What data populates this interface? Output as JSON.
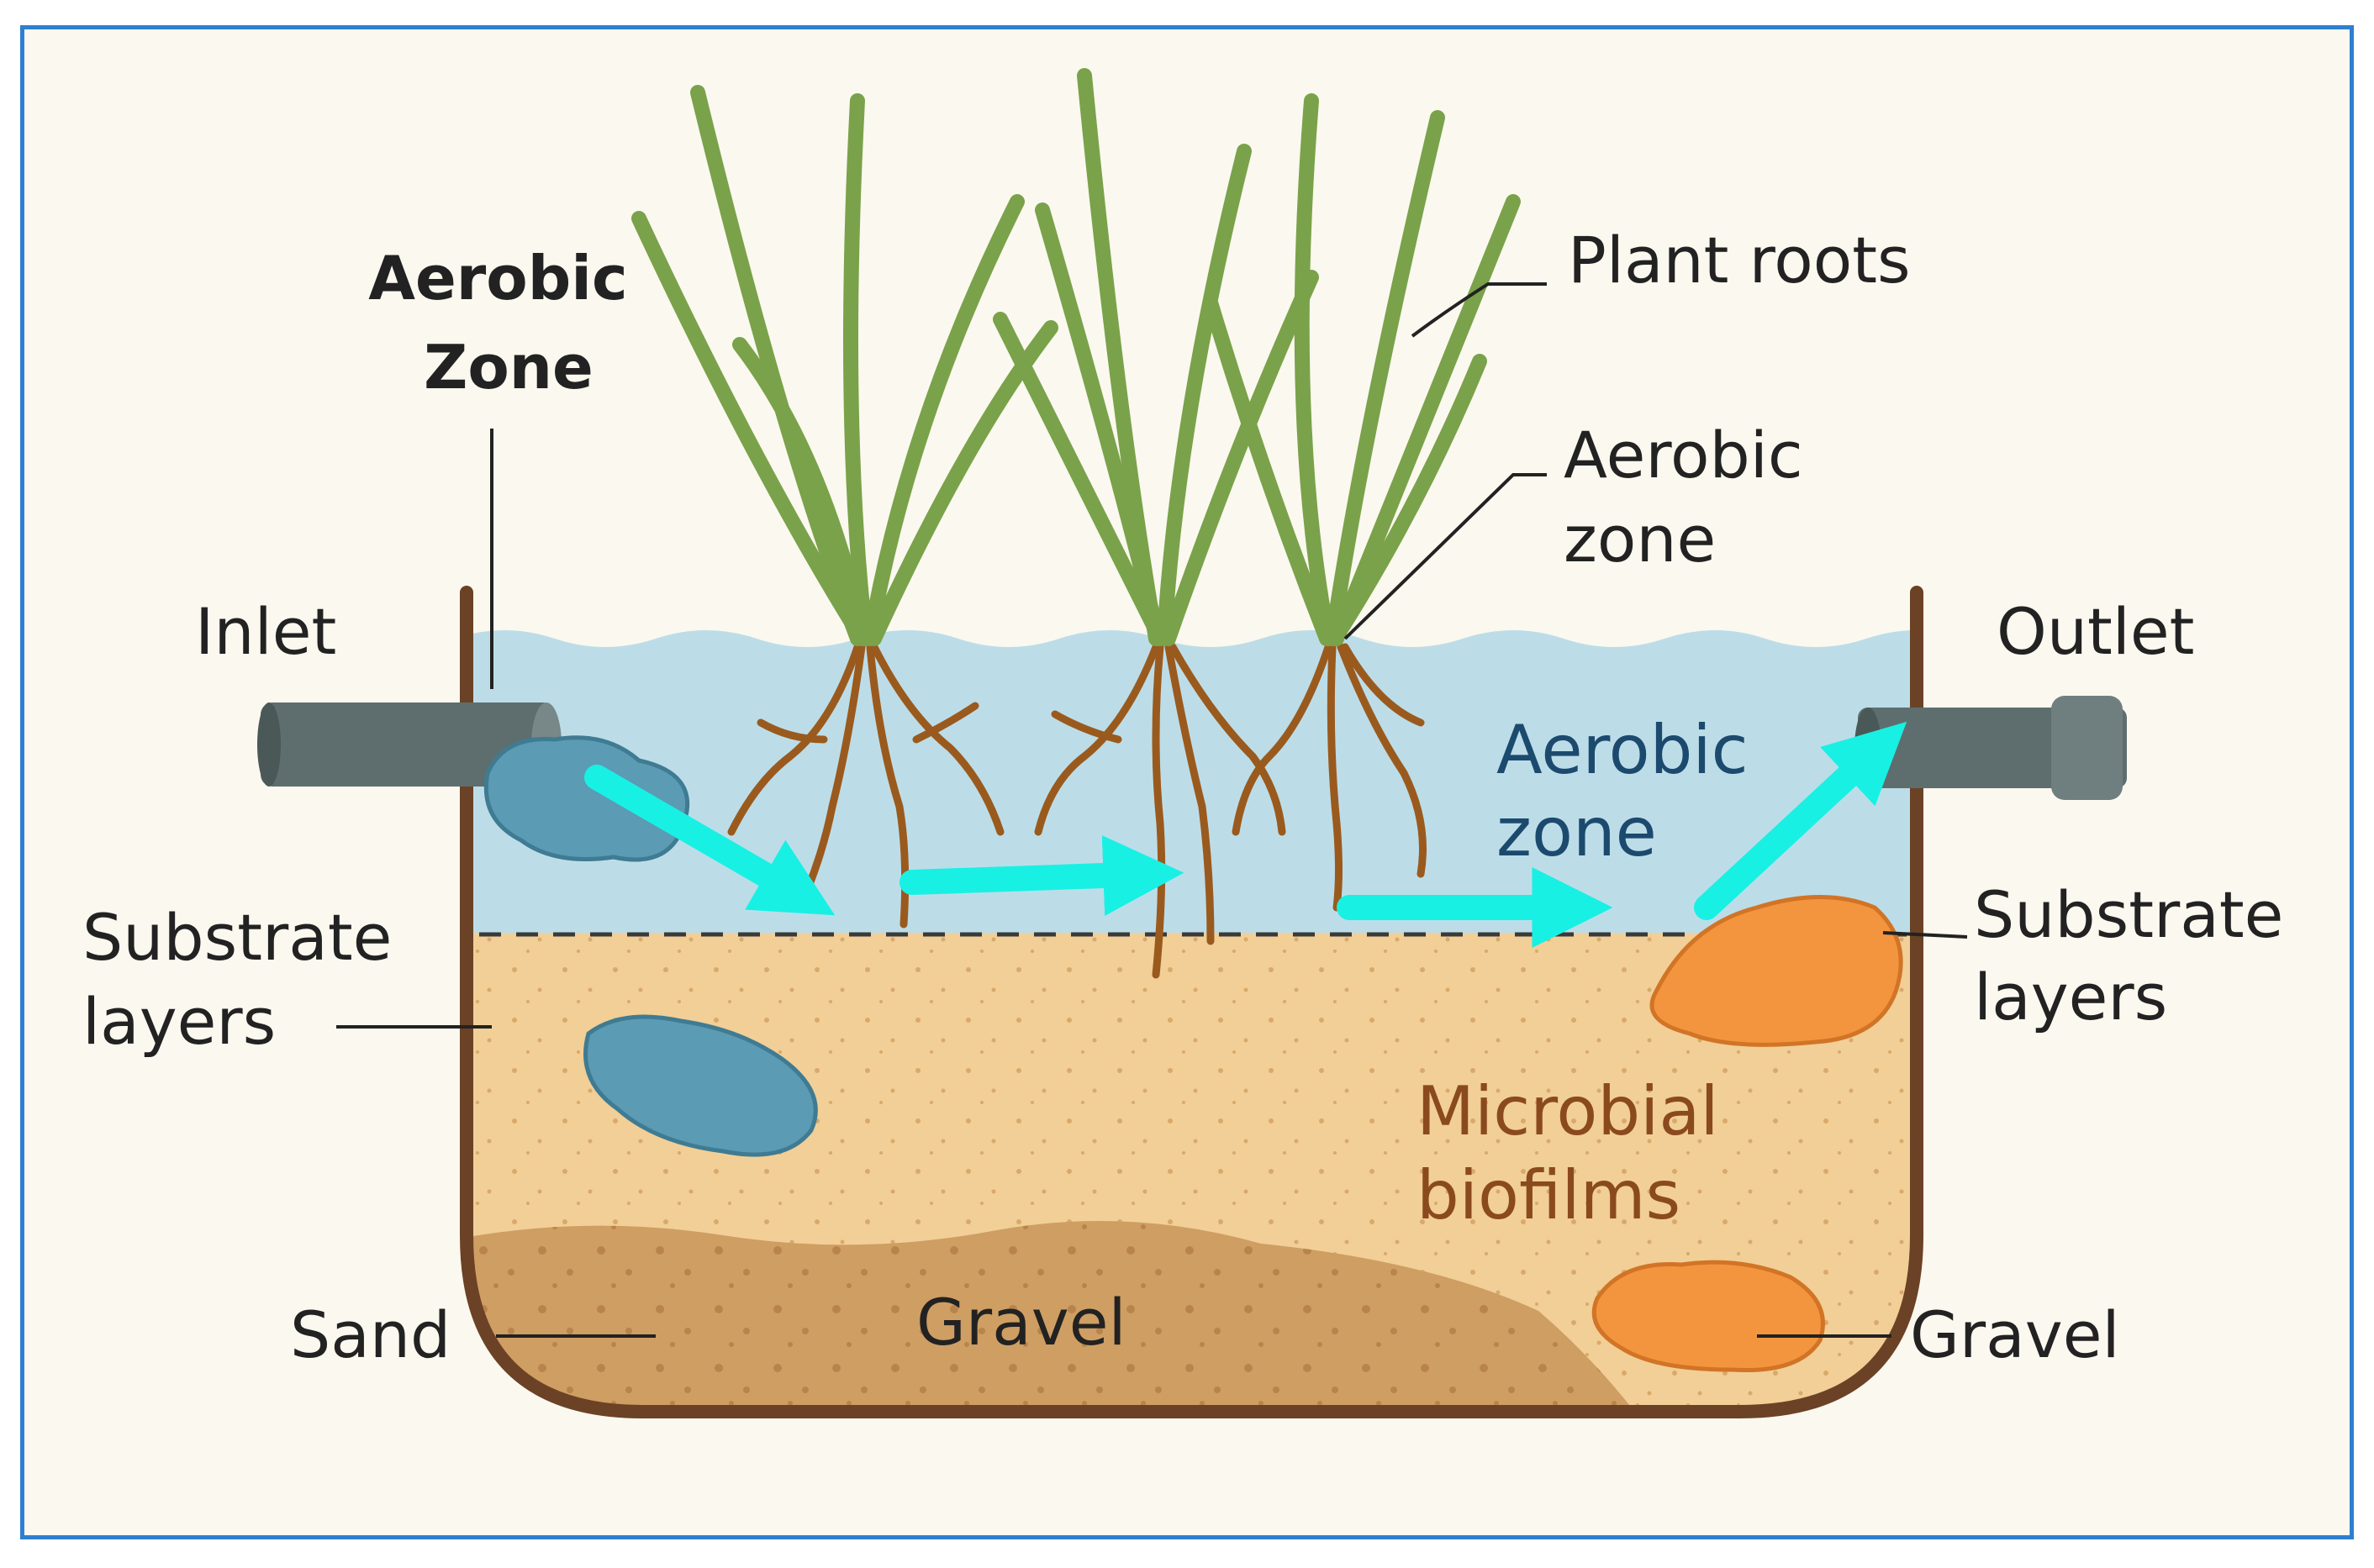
{
  "labels": {
    "aerobic_zone_top": [
      "Aerobic",
      "Zone"
    ],
    "plant_roots": "Plant roots",
    "aerobic_zone_right": [
      "Aerobic",
      "zone"
    ],
    "inlet": "Inlet",
    "outlet": "Outlet",
    "aerobic_zone_water": [
      "Aerobic",
      "zone"
    ],
    "substrate_layers_left": [
      "Substrate",
      "layers"
    ],
    "substrate_layers_right": [
      "Substrate",
      "layers"
    ],
    "microbial_biofilms": [
      "Microbial",
      "biofilms"
    ],
    "sand": "Sand",
    "gravel_center": "Gravel",
    "gravel_right": "Gravel"
  },
  "colors": {
    "frame_border": "#2f7fd0",
    "background": "#fbf8ef",
    "water": "#bcdde8",
    "substrate": "#f1cf97",
    "gravel": "#cf9e63",
    "basin_wall": "#6b4226",
    "plant_leaf": "#7aa24a",
    "root": "#9a5a1e",
    "pipe": "#5e6e6e",
    "flow_arrow": "#19f0e4",
    "biofilm_blue": "#5b9bb3",
    "biofilm_orange": "#f3953f"
  }
}
